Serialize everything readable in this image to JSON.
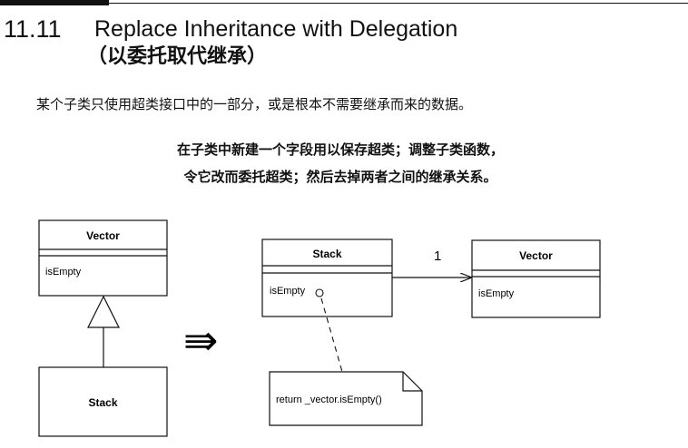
{
  "header": {
    "section_number": "11.11",
    "title": "Replace Inheritance with Delegation",
    "subtitle": "（以委托取代继承）"
  },
  "problem": "某个子类只使用超类接口中的一部分，或是根本不需要继承而来的数据。",
  "solution": {
    "line1": "在子类中新建一个字段用以保存超类；调整子类函数，",
    "line2": "令它改而委托超类；然后去掉两者之间的继承关系。"
  },
  "diagram": {
    "before": {
      "superclass_name": "Vector",
      "superclass_method": "isEmpty",
      "subclass_name": "Stack"
    },
    "after": {
      "stack_name": "Stack",
      "stack_method": "isEmpty",
      "vector_name": "Vector",
      "vector_method": "isEmpty",
      "multiplicity": "1",
      "note_text": "return _vector.isEmpty()"
    },
    "transform_arrow": "⇛"
  }
}
